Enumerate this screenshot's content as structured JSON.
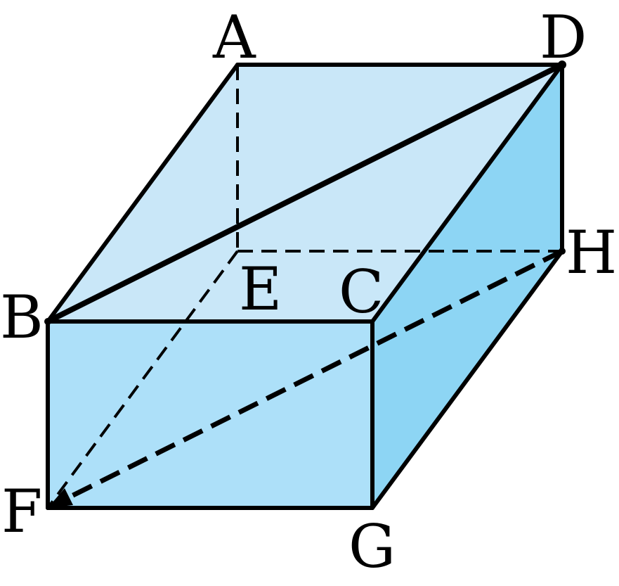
{
  "figure": {
    "colors": {
      "top_face": "#c9e7f8",
      "front_face": "#ade0f9",
      "right_face": "#8dd5f4",
      "stroke": "#000000"
    },
    "vertices": {
      "A": "A",
      "B": "B",
      "C": "C",
      "D": "D",
      "E": "E",
      "F": "F",
      "G": "G",
      "H": "H"
    }
  }
}
